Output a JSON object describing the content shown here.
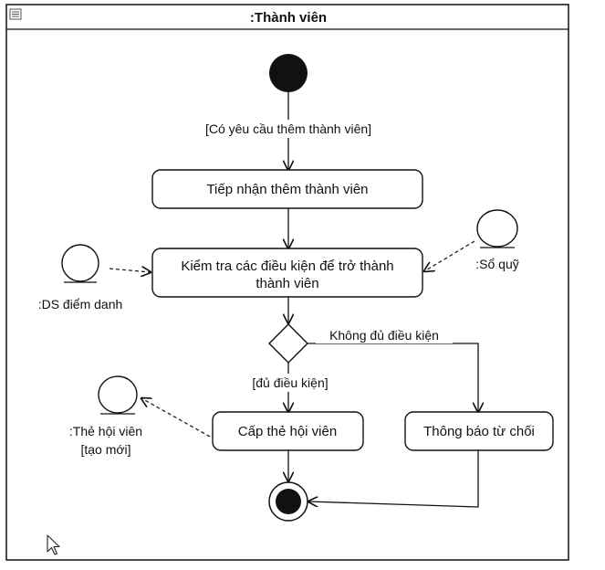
{
  "diagram": {
    "frame_title": ":Thành viên",
    "guards": {
      "start": "[Có yêu cầu thêm thành viên]",
      "not_eligible": "Không đủ điều kiện",
      "eligible": "[đủ điều kiện]"
    },
    "actions": {
      "receive": "Tiếp nhận thêm thành viên",
      "check_line1": "Kiểm tra các điều kiện để trở thành",
      "check_line2": "thành viên",
      "issue_card": "Cấp thẻ hội viên",
      "notify_reject": "Thông báo từ chối"
    },
    "objects": {
      "attendance": ":DS điểm danh",
      "fund": ":Sổ quỹ",
      "card_line1": ":Thẻ hội viên",
      "card_line2": "[tạo mới]"
    }
  }
}
